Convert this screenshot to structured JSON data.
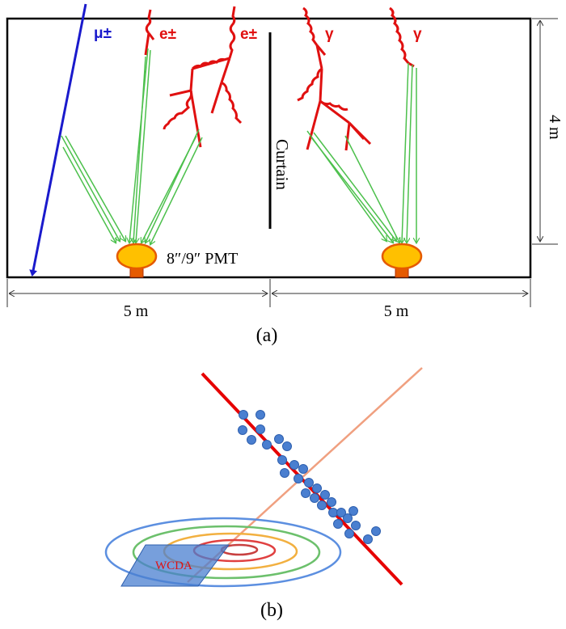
{
  "panel_a": {
    "caption": "(a)",
    "particles": {
      "muon": "μ±",
      "electron_1": "e±",
      "electron_2": "e±",
      "gamma_1": "γ",
      "gamma_2": "γ"
    },
    "curtain_label": "Curtain",
    "pmt_label": "8″/9″ PMT",
    "height_label": "4 m",
    "width_left_label": "5 m",
    "width_right_label": "5 m",
    "colors": {
      "muon": "#1a1acc",
      "shower": "#e01010",
      "cherenkov": "#4cc04c",
      "pmt_body": "#ffc000",
      "pmt_base": "#e55a00"
    }
  },
  "panel_b": {
    "caption": "(b)",
    "detector_label": "WCDA",
    "colors": {
      "shower_front": "#e60000",
      "shower_axis": "#f0a080",
      "hits": "#4a7fd0",
      "detector": "#4a7fd0",
      "contour_outer": "#5c8fe0",
      "contour_2": "#6cc06c",
      "contour_3": "#f2b040",
      "contour_inner": "#e04040"
    }
  }
}
